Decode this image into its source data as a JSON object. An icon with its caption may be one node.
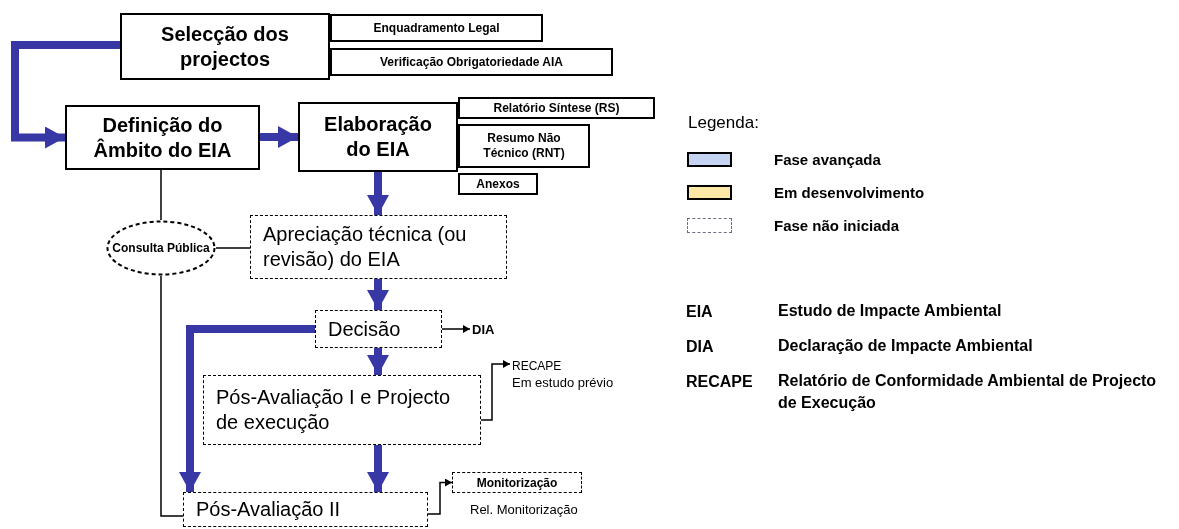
{
  "diagram": {
    "nodes": [
      {
        "text": [
          "Selecção dos projectos"
        ]
      },
      {
        "text": [
          "Enquadramento Legal"
        ]
      },
      {
        "text": [
          "Verificação Obrigatoriedade AIA"
        ]
      },
      {
        "text": [
          "Definição do Âmbito do EIA"
        ]
      },
      {
        "text": [
          "Elaboração do EIA"
        ]
      },
      {
        "text": [
          "Relatório Síntese (RS)"
        ]
      },
      {
        "text": [
          "Resumo Não Técnico (RNT)"
        ]
      },
      {
        "text": [
          "Anexos"
        ]
      },
      {
        "text": [
          "Consulta Pública"
        ]
      },
      {
        "text": [
          "Apreciação técnica (ou revisão) do EIA"
        ]
      },
      {
        "text": [
          "Decisão"
        ]
      },
      {
        "text": [
          "DIA"
        ]
      },
      {
        "text": [
          "Pós-Avaliação I e Projecto de execução"
        ]
      },
      {
        "text": [
          "RECAPE",
          "Em estudo prévio"
        ]
      },
      {
        "text": [
          "Pós-Avaliação II"
        ]
      },
      {
        "text": [
          "Monitorização"
        ]
      }
    ],
    "edges": [
      {
        "from": 0,
        "to": 3,
        "arrow": "to"
      },
      {
        "from": 3,
        "to": 4,
        "arrow": "to"
      },
      {
        "from": 4,
        "to": 9,
        "arrow": "to"
      },
      {
        "from": 9,
        "to": 10,
        "arrow": "to"
      },
      {
        "from": 10,
        "to": 12,
        "arrow": "to"
      },
      {
        "from": 12,
        "to": 14,
        "arrow": "to"
      },
      {
        "from": 10,
        "to": 14,
        "arrow": "to"
      },
      {
        "from": 3,
        "to": 8,
        "arrow": "none",
        "color": "#000000"
      },
      {
        "from": 8,
        "to": 9,
        "arrow": "none",
        "color": "#000000"
      },
      {
        "from": 8,
        "to": 14,
        "arrow": "none",
        "color": "#000000"
      },
      {
        "from": 10,
        "to": 11,
        "arrow": "to",
        "color": "#000000"
      },
      {
        "from": 12,
        "to": 13,
        "arrow": "to",
        "color": "#000000"
      },
      {
        "from": 14,
        "to": 15,
        "arrow": "to",
        "color": "#000000"
      }
    ],
    "labels": [
      "Rel. Monitorização",
      "Legenda:",
      "EIA",
      "Estudo de Impacte Ambiental",
      "DIA",
      "Declaração de Impacte Ambiental",
      "RECAPE",
      "Relatório de Conformidade Ambiental de Projecto de Execução"
    ],
    "legend": [
      {
        "text": "Fase avançada",
        "color": "#c6d4f4"
      },
      {
        "text": "Em desenvolvimento",
        "color": "#fbe8a6"
      },
      {
        "text": "Fase não iniciada"
      }
    ]
  }
}
